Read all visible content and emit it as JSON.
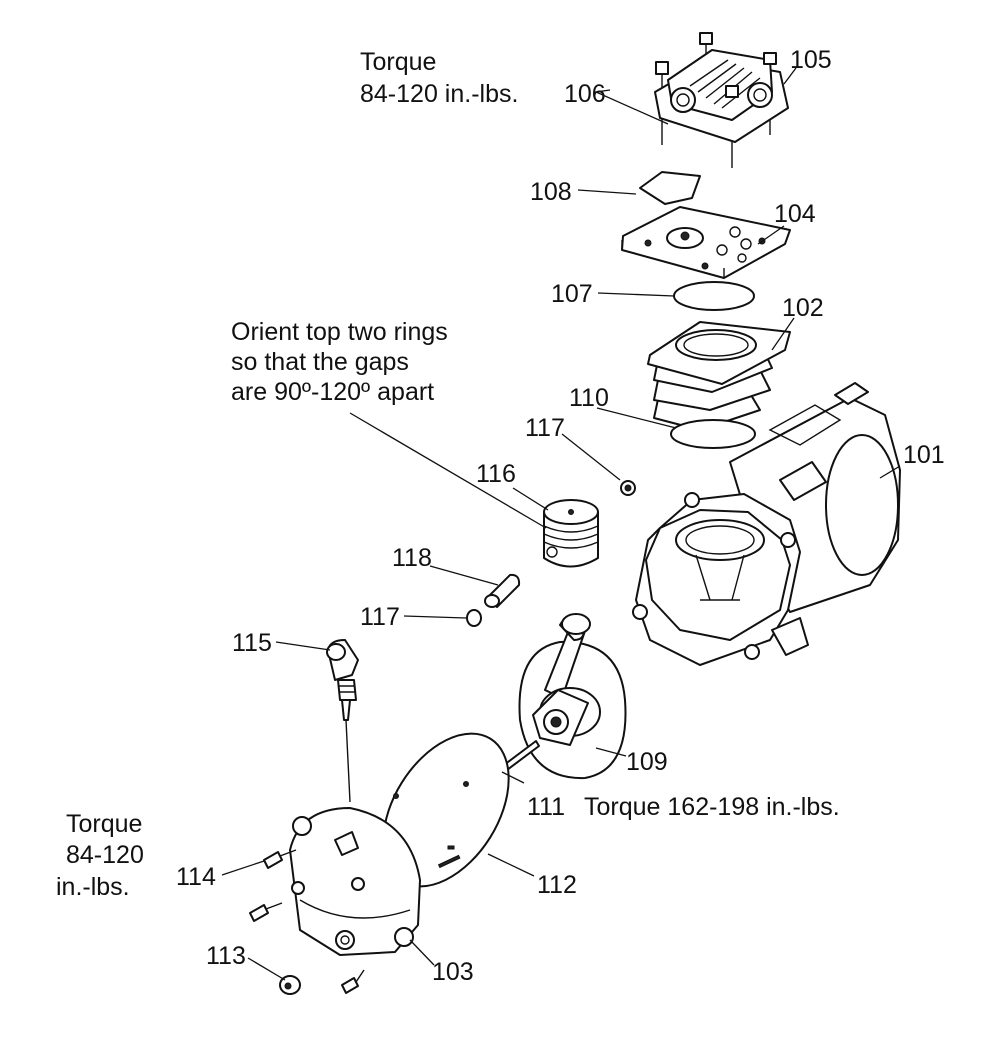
{
  "notes": {
    "torque_head_line1": "Torque",
    "torque_head_line2": "84-120 in.-lbs.",
    "orient_line1": "Orient top two rings",
    "orient_line2": "so that the gaps",
    "orient_line3": "are 90º-120º apart",
    "torque_cover_line1": "Torque",
    "torque_cover_line2": "84-120",
    "torque_cover_line3": "in.-lbs.",
    "torque_rod": "Torque 162-198 in.-lbs."
  },
  "callouts": {
    "p101": "101",
    "p102": "102",
    "p103": "103",
    "p104": "104",
    "p105": "105",
    "p106": "106",
    "p107": "107",
    "p108": "108",
    "p109": "109",
    "p110": "110",
    "p111": "111",
    "p112": "112",
    "p113": "113",
    "p114": "114",
    "p115": "115",
    "p116": "116",
    "p117a": "117",
    "p117b": "117",
    "p118": "118"
  }
}
